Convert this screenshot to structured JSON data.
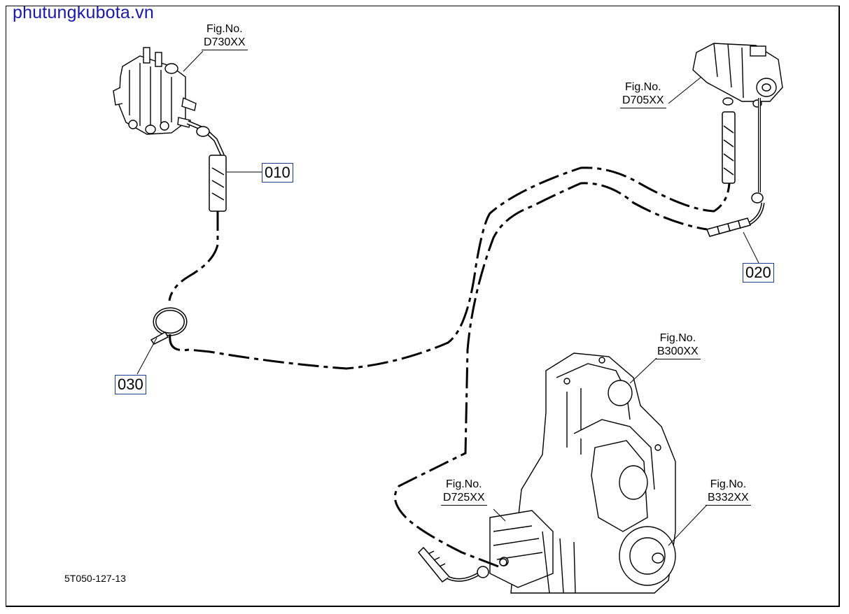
{
  "watermark": "phutungkubota.vn",
  "drawing_number": "5T050-127-13",
  "parts": [
    {
      "number": "010"
    },
    {
      "number": "020"
    },
    {
      "number": "030"
    }
  ],
  "figure_refs": [
    {
      "line1": "Fig.No.",
      "line2": "D730XX"
    },
    {
      "line1": "Fig.No.",
      "line2": "D705XX"
    },
    {
      "line1": "Fig.No.",
      "line2": "B300XX"
    },
    {
      "line1": "Fig.No.",
      "line2": "D725XX"
    },
    {
      "line1": "Fig.No.",
      "line2": "B332XX"
    }
  ]
}
